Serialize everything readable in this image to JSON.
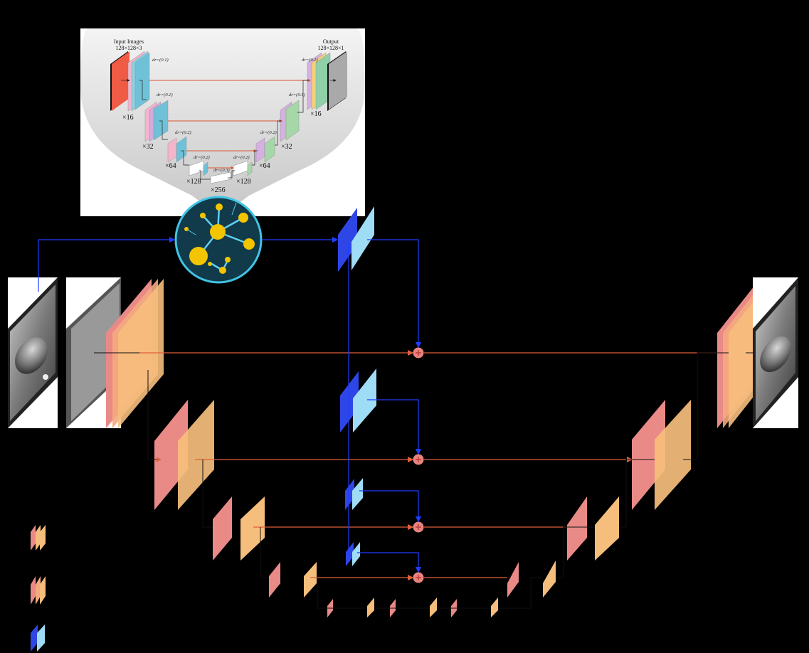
{
  "inset": {
    "input_title": "Input Images",
    "input_dims": "128×128×3",
    "output_title": "Output",
    "output_dims": "128×128×1",
    "channels": [
      "×16",
      "×32",
      "×64",
      "×128",
      "×256",
      "×128",
      "×64",
      "×32",
      "×16"
    ],
    "dropout_labels": [
      "dr=(0.1)",
      "dr=(0.1)",
      "dr=(0.2)",
      "dr=(0.2)",
      "dr=(0.3)",
      "dr=(0.2)",
      "dr=(0.2)",
      "dr=(0.1)",
      "dr=(0.1)"
    ]
  },
  "colors": {
    "background": "#000000",
    "encoder_block": "#e98a87",
    "decoder_block": "#f6be7c",
    "attention_dark": "#2f46e6",
    "attention_light": "#9fdcf5",
    "skip_line": "#e0603a",
    "gate_line": "#1f3dff",
    "sum_node": "#e8847f",
    "hub_fill": "#113a4a",
    "hub_node": "#f2c500"
  },
  "icons": {
    "hub": "neural-network-hub-icon",
    "sum": "addition-node-icon"
  }
}
